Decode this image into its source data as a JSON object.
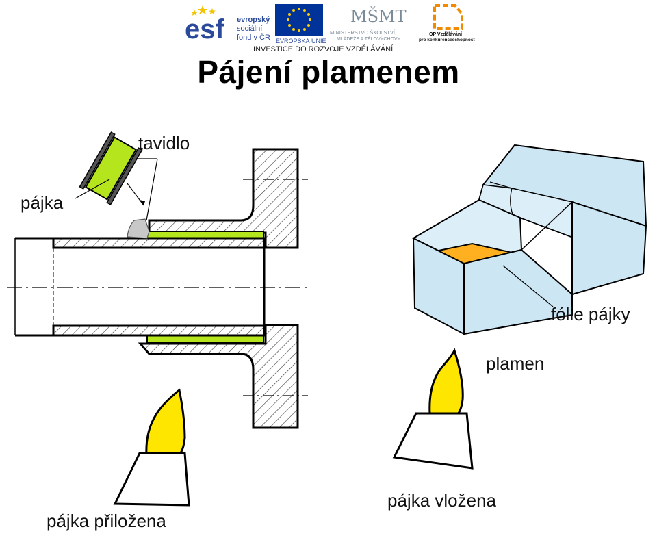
{
  "banner": {
    "esf": {
      "wordmark": "esf",
      "line1": "evropský",
      "line2": "sociální",
      "line3": "fond v ČR"
    },
    "eu": {
      "caption": "EVROPSKÁ UNIE"
    },
    "msmt": {
      "mark": "MŠMT",
      "line1": "MINISTERSTVO ŠKOLSTVÍ,",
      "line2": "MLÁDEŽE A TĚLOVÝCHOVY"
    },
    "op": {
      "line1": "OP Vzdělávání",
      "line2": "pro konkurenceschopnost"
    },
    "tagline": "INVESTICE DO ROZVOJE VZDĚLÁVÁNÍ"
  },
  "title": "Pájení plamenem",
  "labels": {
    "tavidlo": "tavidlo",
    "pajka": "pájka",
    "folie": "fólie pájky",
    "plamen": "plamen",
    "prilozena": "pájka přiložena",
    "vlozena": "pájka vložena"
  },
  "colors": {
    "solder_green": "#b5e61d",
    "flame_yellow": "#ffe600",
    "foil_orange": "#ffb020",
    "block_blue": "#cce6f4",
    "flux_gray": "#c8c8c8",
    "eu_blue": "#003399",
    "esf_blue": "#2b4a9b"
  }
}
